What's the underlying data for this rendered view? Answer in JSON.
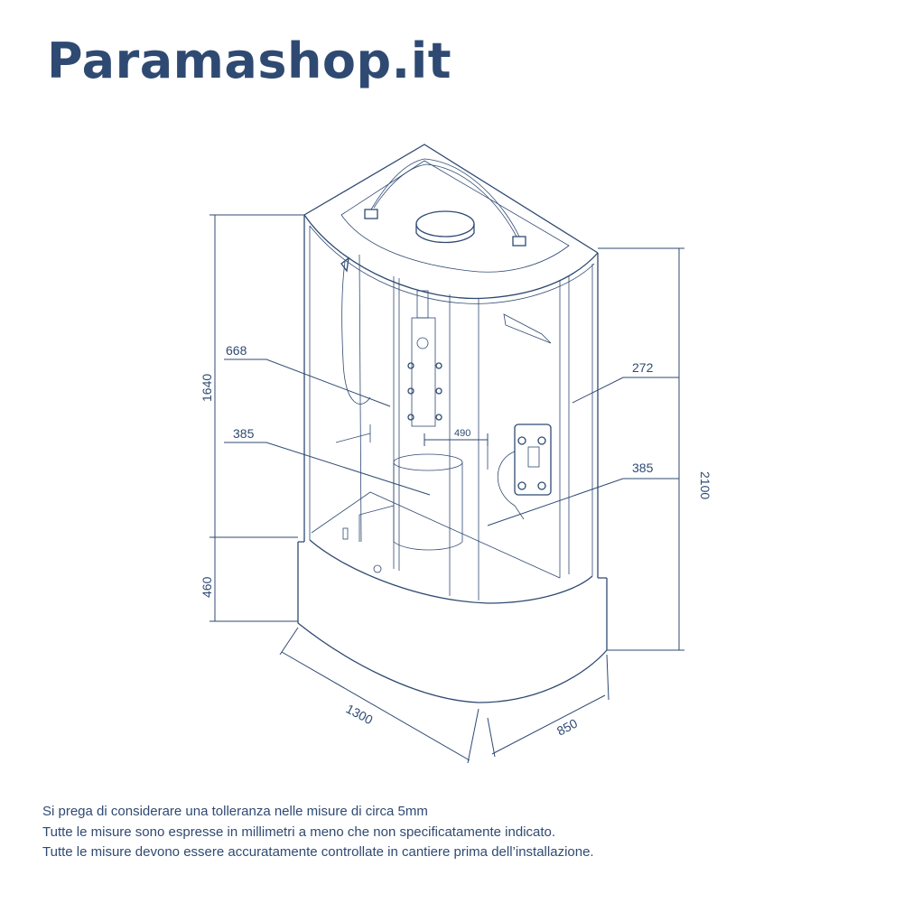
{
  "brand": {
    "logo_text": "Paramashop.it",
    "color": "#2f4a72"
  },
  "dimensions": {
    "height_cabin": "1640",
    "height_tray": "460",
    "height_total": "2100",
    "width": "1300",
    "depth": "850",
    "door_width": "668",
    "side_panel": "272",
    "seat_left": "385",
    "seat_right": "385",
    "column_width": "490"
  },
  "notes": [
    "Si prega di considerare una tolleranza nelle misure di circa 5mm",
    "Tutte le misure sono espresse in millimetri a meno che non specificatamente indicato.",
    "Tutte le misure devono essere accuratamente controllate in cantiere prima dell’installazione."
  ]
}
